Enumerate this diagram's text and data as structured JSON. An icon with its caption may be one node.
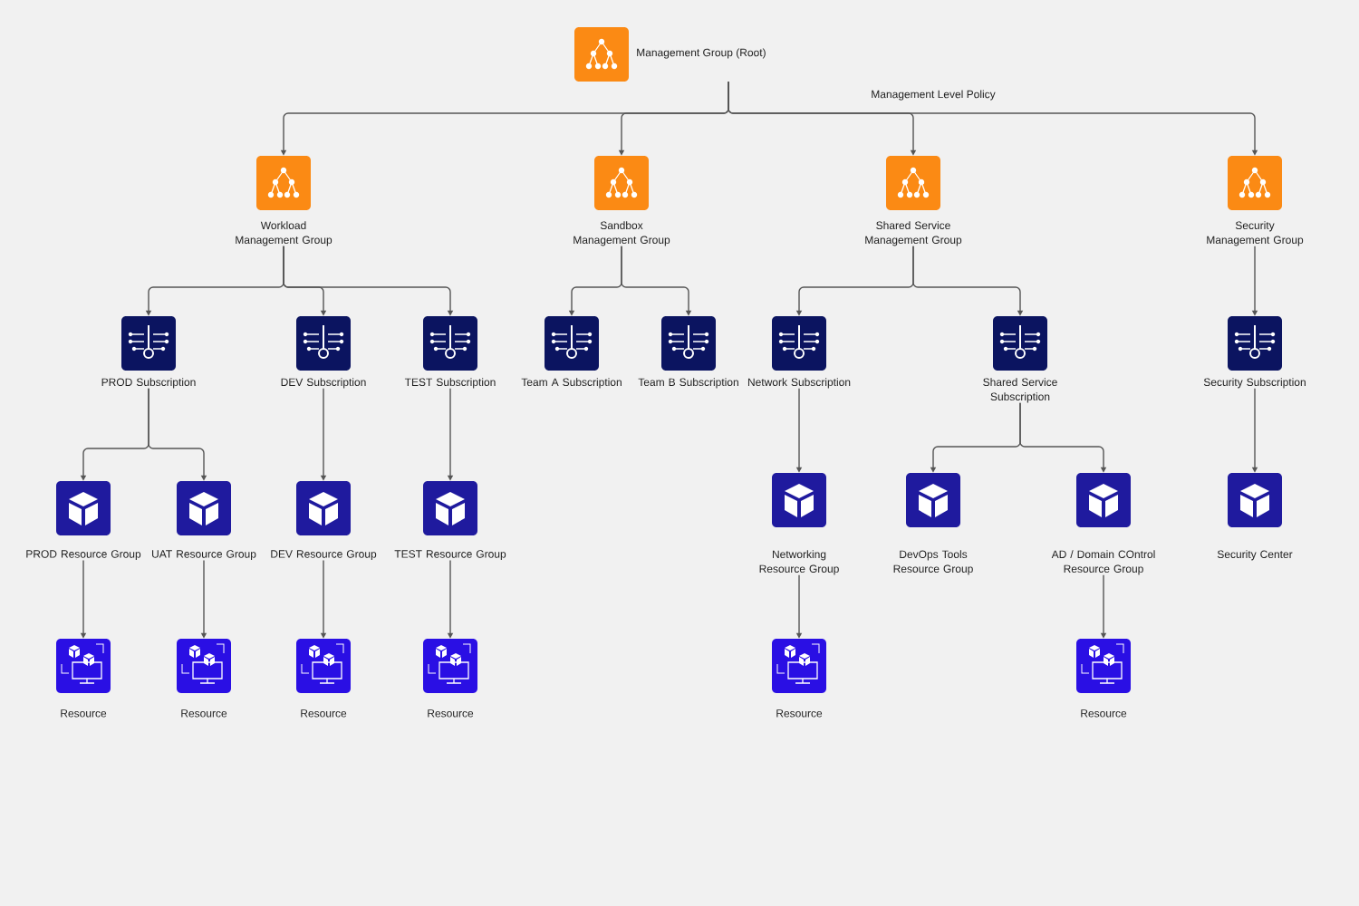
{
  "diagram": {
    "nodes": [
      {
        "text": [
          "Management Group (Root)"
        ]
      },
      {
        "text": [
          "Workload Management Group"
        ]
      },
      {
        "text": [
          "Sandbox Management Group"
        ]
      },
      {
        "text": [
          "Shared Service Management Group"
        ]
      },
      {
        "text": [
          "Security Management Group"
        ]
      },
      {
        "text": [
          "PROD Subscription"
        ]
      },
      {
        "text": [
          "DEV Subscription"
        ]
      },
      {
        "text": [
          "TEST Subscription"
        ]
      },
      {
        "text": [
          "Team A Subscription"
        ]
      },
      {
        "text": [
          "Team B Subscription"
        ]
      },
      {
        "text": [
          "Network Subscription"
        ]
      },
      {
        "text": [
          "Shared Service Subscription"
        ]
      },
      {
        "text": [
          "Security Subscription"
        ]
      },
      {
        "text": [
          "PROD Resource Group"
        ]
      },
      {
        "text": [
          "UAT Resource Group"
        ]
      },
      {
        "text": [
          "DEV Resource Group"
        ]
      },
      {
        "text": [
          "TEST Resource Group"
        ]
      },
      {
        "text": [
          "Networking Resource Group"
        ]
      },
      {
        "text": [
          "DevOps Tools Resource Group"
        ]
      },
      {
        "text": [
          "AD / Domain COntrol Resource Group"
        ]
      },
      {
        "text": [
          "Security Center"
        ]
      },
      {
        "text": [
          "Resource"
        ]
      },
      {
        "text": [
          "Resource"
        ]
      },
      {
        "text": [
          "Resource"
        ]
      },
      {
        "text": [
          "Resource"
        ]
      },
      {
        "text": [
          "Resource"
        ]
      },
      {
        "text": [
          "Resource"
        ]
      }
    ],
    "edges": [
      {
        "from": 0,
        "to": 1,
        "arrow": "to"
      },
      {
        "from": 0,
        "to": 2,
        "arrow": "to"
      },
      {
        "from": 0,
        "to": 3,
        "arrow": "to"
      },
      {
        "from": 0,
        "to": 4,
        "arrow": "to"
      },
      {
        "from": 1,
        "to": 5,
        "arrow": "to"
      },
      {
        "from": 1,
        "to": 6,
        "arrow": "to"
      },
      {
        "from": 1,
        "to": 7,
        "arrow": "to"
      },
      {
        "from": 2,
        "to": 8,
        "arrow": "to"
      },
      {
        "from": 2,
        "to": 9,
        "arrow": "to"
      },
      {
        "from": 3,
        "to": 10,
        "arrow": "to"
      },
      {
        "from": 3,
        "to": 11,
        "arrow": "to"
      },
      {
        "from": 4,
        "to": 12,
        "arrow": "to"
      },
      {
        "from": 5,
        "to": 13,
        "arrow": "to"
      },
      {
        "from": 5,
        "to": 14,
        "arrow": "to"
      },
      {
        "from": 6,
        "to": 15,
        "arrow": "to"
      },
      {
        "from": 7,
        "to": 16,
        "arrow": "to"
      },
      {
        "from": 10,
        "to": 17,
        "arrow": "to"
      },
      {
        "from": 11,
        "to": 18,
        "arrow": "to"
      },
      {
        "from": 11,
        "to": 19,
        "arrow": "to"
      },
      {
        "from": 12,
        "to": 20,
        "arrow": "to"
      },
      {
        "from": 13,
        "to": 21,
        "arrow": "to"
      },
      {
        "from": 14,
        "to": 22,
        "arrow": "to"
      },
      {
        "from": 15,
        "to": 23,
        "arrow": "to"
      },
      {
        "from": 16,
        "to": 24,
        "arrow": "to"
      },
      {
        "from": 17,
        "to": 25,
        "arrow": "to"
      },
      {
        "from": 19,
        "to": 26,
        "arrow": "to"
      }
    ],
    "labels": [
      "Management Level Policy"
    ]
  }
}
